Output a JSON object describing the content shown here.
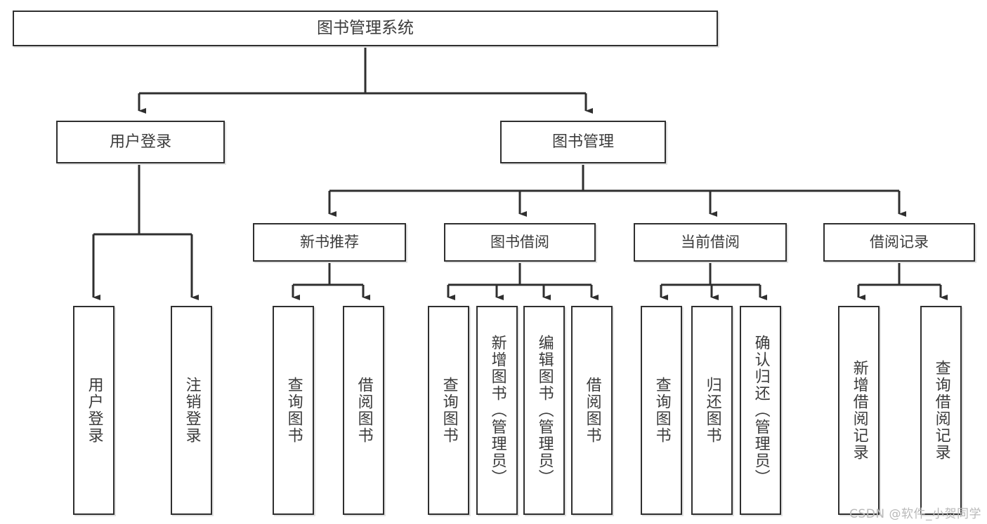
{
  "diagram": {
    "title": "图书管理系统",
    "type": "tree-hierarchy-chart",
    "watermark": "CSDN @软件_小贺同学",
    "colors": {
      "box_border": "#2f2f2f",
      "box_fill": "#ffffff",
      "text": "#3b3b3b",
      "connector": "#2f2f2f",
      "shadow": "#e2e2e2",
      "watermark": "#b9b9b9"
    },
    "nodes": {
      "root": {
        "label": "图书管理系统"
      },
      "level1": [
        {
          "id": "user-login",
          "label": "用户登录"
        },
        {
          "id": "book-management",
          "label": "图书管理"
        }
      ],
      "level2": [
        {
          "id": "new-book-recommend",
          "label": "新书推荐"
        },
        {
          "id": "book-borrow",
          "label": "图书借阅"
        },
        {
          "id": "current-borrow",
          "label": "当前借阅"
        },
        {
          "id": "borrow-record",
          "label": "借阅记录"
        }
      ],
      "leaves": {
        "user_login": [
          {
            "id": "leaf-user-login",
            "label": "用户登录"
          },
          {
            "id": "leaf-user-logout",
            "label": "注销登录"
          }
        ],
        "new_book_recommend": [
          {
            "id": "leaf-query-book-1",
            "label": "查询图书"
          },
          {
            "id": "leaf-borrow-book-1",
            "label": "借阅图书"
          }
        ],
        "book_borrow": [
          {
            "id": "leaf-query-book-2",
            "label": "查询图书"
          },
          {
            "id": "leaf-add-book",
            "label": "新增图书（管理员）"
          },
          {
            "id": "leaf-edit-book",
            "label": "编辑图书（管理员）"
          },
          {
            "id": "leaf-borrow-book-2",
            "label": "借阅图书"
          }
        ],
        "current_borrow": [
          {
            "id": "leaf-query-book-3",
            "label": "查询图书"
          },
          {
            "id": "leaf-return-book",
            "label": "归还图书"
          },
          {
            "id": "leaf-confirm-return",
            "label": "确认归还（管理员）"
          }
        ],
        "borrow_record": [
          {
            "id": "leaf-add-record",
            "label": "新增借阅记录"
          },
          {
            "id": "leaf-query-record",
            "label": "查询借阅记录"
          }
        ]
      }
    }
  }
}
